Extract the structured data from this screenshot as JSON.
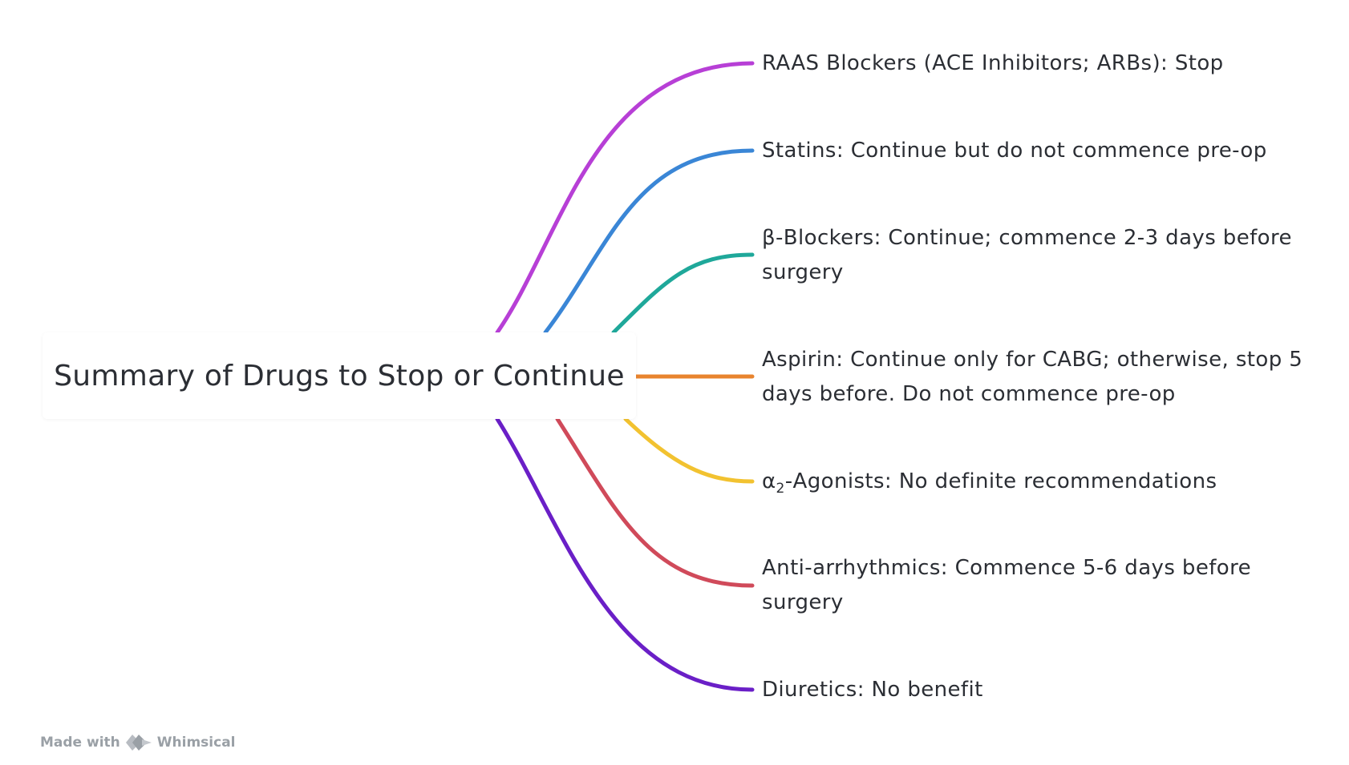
{
  "root": {
    "title": "Summary of Drugs to Stop or Continue"
  },
  "branches": [
    {
      "label": "RAAS Blockers (ACE Inhibitors; ARBs): Stop",
      "color": "#b73fd6"
    },
    {
      "label": "Statins: Continue but do not commence pre-op",
      "color": "#3a86d6"
    },
    {
      "label": "β-Blockers: Continue; commence 2-3 days before surgery",
      "color": "#1fa89a"
    },
    {
      "label": "Aspirin: Continue only for CABG; otherwise, stop 5 days before. Do not commence pre-op",
      "color": "#e8842e"
    },
    {
      "label_prefix": "α",
      "label_sub": "2",
      "label_suffix": "-Agonists: No definite recommendations",
      "color": "#f2c230"
    },
    {
      "label": "Anti-arrhythmics: Commence 5-6 days before surgery",
      "color": "#d04a5a"
    },
    {
      "label": "Diuretics: No benefit",
      "color": "#6a1fc7"
    }
  ],
  "footer": {
    "made_with": "Made with",
    "brand": "Whimsical",
    "icon": "whimsical-logo-icon"
  }
}
